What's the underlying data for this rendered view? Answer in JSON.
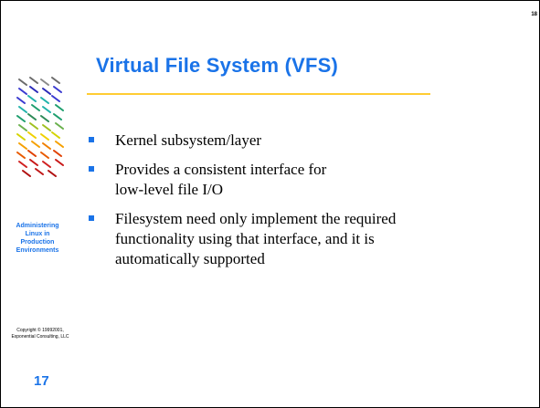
{
  "slide": {
    "corner_number": "18",
    "title": "Virtual File System (VFS)",
    "side_title": [
      "Administering",
      "Linux in",
      "Production",
      "Environments"
    ],
    "copyright": [
      "Copyright © 19992001,",
      "Exponential Consulting, LLC"
    ],
    "page_number": "17",
    "bullets": [
      [
        "Kernel subsystem/layer"
      ],
      [
        "Provides a consistent interface for",
        "low-level file I/O"
      ],
      [
        "Filesystem need only implement the required",
        "functionality using that interface, and it is",
        "automatically supported"
      ]
    ]
  },
  "colors": {
    "accent": "#1a73e8",
    "rule": "#ffcc33"
  },
  "icons": {
    "logo": "tux-penguin-mosaic-icon",
    "bullet": "square-bullet-icon"
  }
}
